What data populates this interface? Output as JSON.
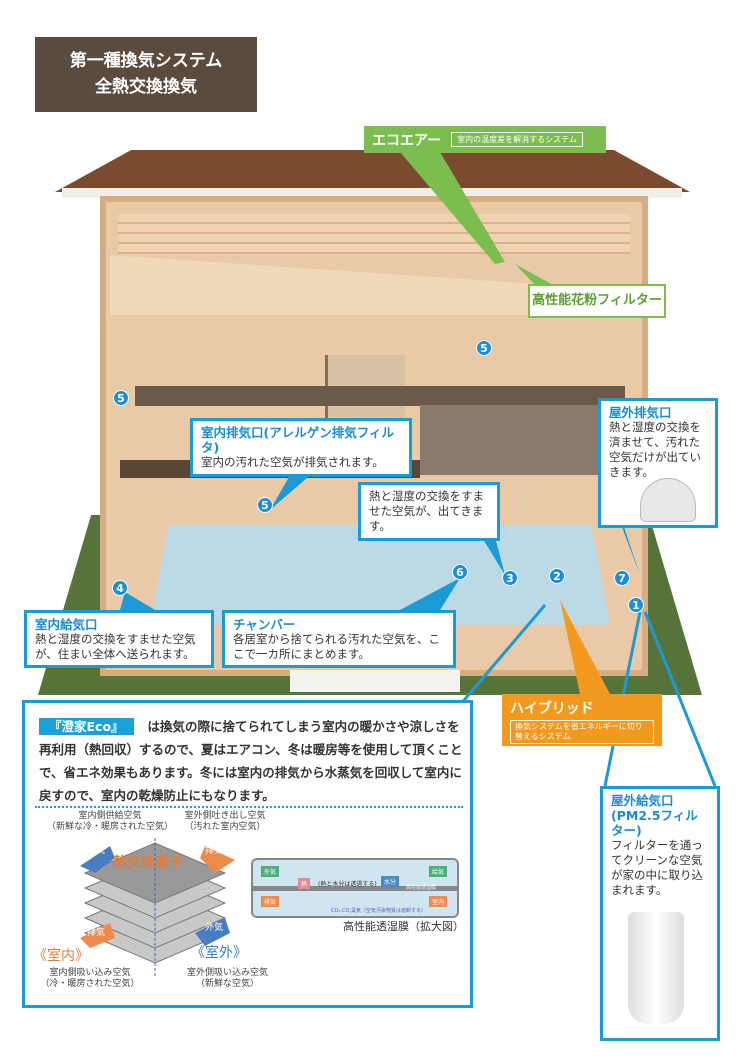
{
  "title": {
    "line1": "第一種換気システム",
    "line2": "全熱交換換気"
  },
  "eco_air": {
    "label": "エコエアー",
    "desc": "室内の温度差を解消するシステム"
  },
  "pollen_filter": "高性能花粉フィルター",
  "indoor_exhaust": {
    "heading": "室内排気口(アレルゲン排気フィルタ)",
    "body": "室内の汚れた空気が排気されます。"
  },
  "outdoor_exhaust": {
    "heading": "屋外排気口",
    "body": "熱と湿度の交換を済ませて、汚れた空気だけが出ていきます。"
  },
  "exchanged_air": "熱と湿度の交換をすませた空気が、出てきます。",
  "indoor_supply": {
    "heading": "室内給気口",
    "body": "熱と湿度の交換をすませた空気が、住まい全体へ送られます。"
  },
  "chamber": {
    "heading": "チャンバー",
    "body": "各居室から捨てられる汚れた空気を、ここで一カ所にまとめます。"
  },
  "hybrid": {
    "label": "ハイブリッド",
    "desc": "換気システムを省エネルギーに切り替えるシステム"
  },
  "outdoor_supply": {
    "heading": "屋外給気口",
    "subheading": "(PM2.5フィルター)",
    "body": "フィルターを通ってクリーンな空気が家の中に取り込まれます。"
  },
  "numbers": [
    "5",
    "5",
    "5",
    "4",
    "6",
    "3",
    "2",
    "7",
    "1"
  ],
  "main": {
    "badge": "『澄家Eco』",
    "text": "は換気の際に捨てられてしまう室内の暖かさや涼しさを再利用（熱回収）するので、夏はエアコン、冬は暖房等を使用して頂くことで、省エネ効果もあります。冬には室内の排気から水蒸気を回収して室内に戻すので、室内の乾燥防止にもなります。",
    "diagram": {
      "top_left": "室内側供給空気\n（新鮮な冷・暖房された空気）",
      "top_right": "室外側吐き出し空気\n（汚れた室内空気）",
      "core": "熱交換素子",
      "arrow_supply": "給気",
      "arrow_exhaust_out": "排気",
      "arrow_exhaust_in": "排気",
      "arrow_outside": "外気",
      "indoor": "《室内》",
      "outdoor": "《室外》",
      "bottom_left": "室内側吸い込み空気\n（冷・暖房された空気）",
      "bottom_right": "室外側吸い込み空気\n（新鮮な空気）",
      "membrane_caption": "高性能透湿膜（拡大図）",
      "membrane": {
        "outside_air": "外気",
        "exhaust": "排気",
        "heat": "熱",
        "moisture": "水分",
        "supply": "給気",
        "room": "室内",
        "pass": "(熱と水分は透過する)",
        "membrane": "高性能透湿膜",
        "block": "CO₂,CO,臭気（空気汚染物質は遮断する）"
      }
    }
  }
}
